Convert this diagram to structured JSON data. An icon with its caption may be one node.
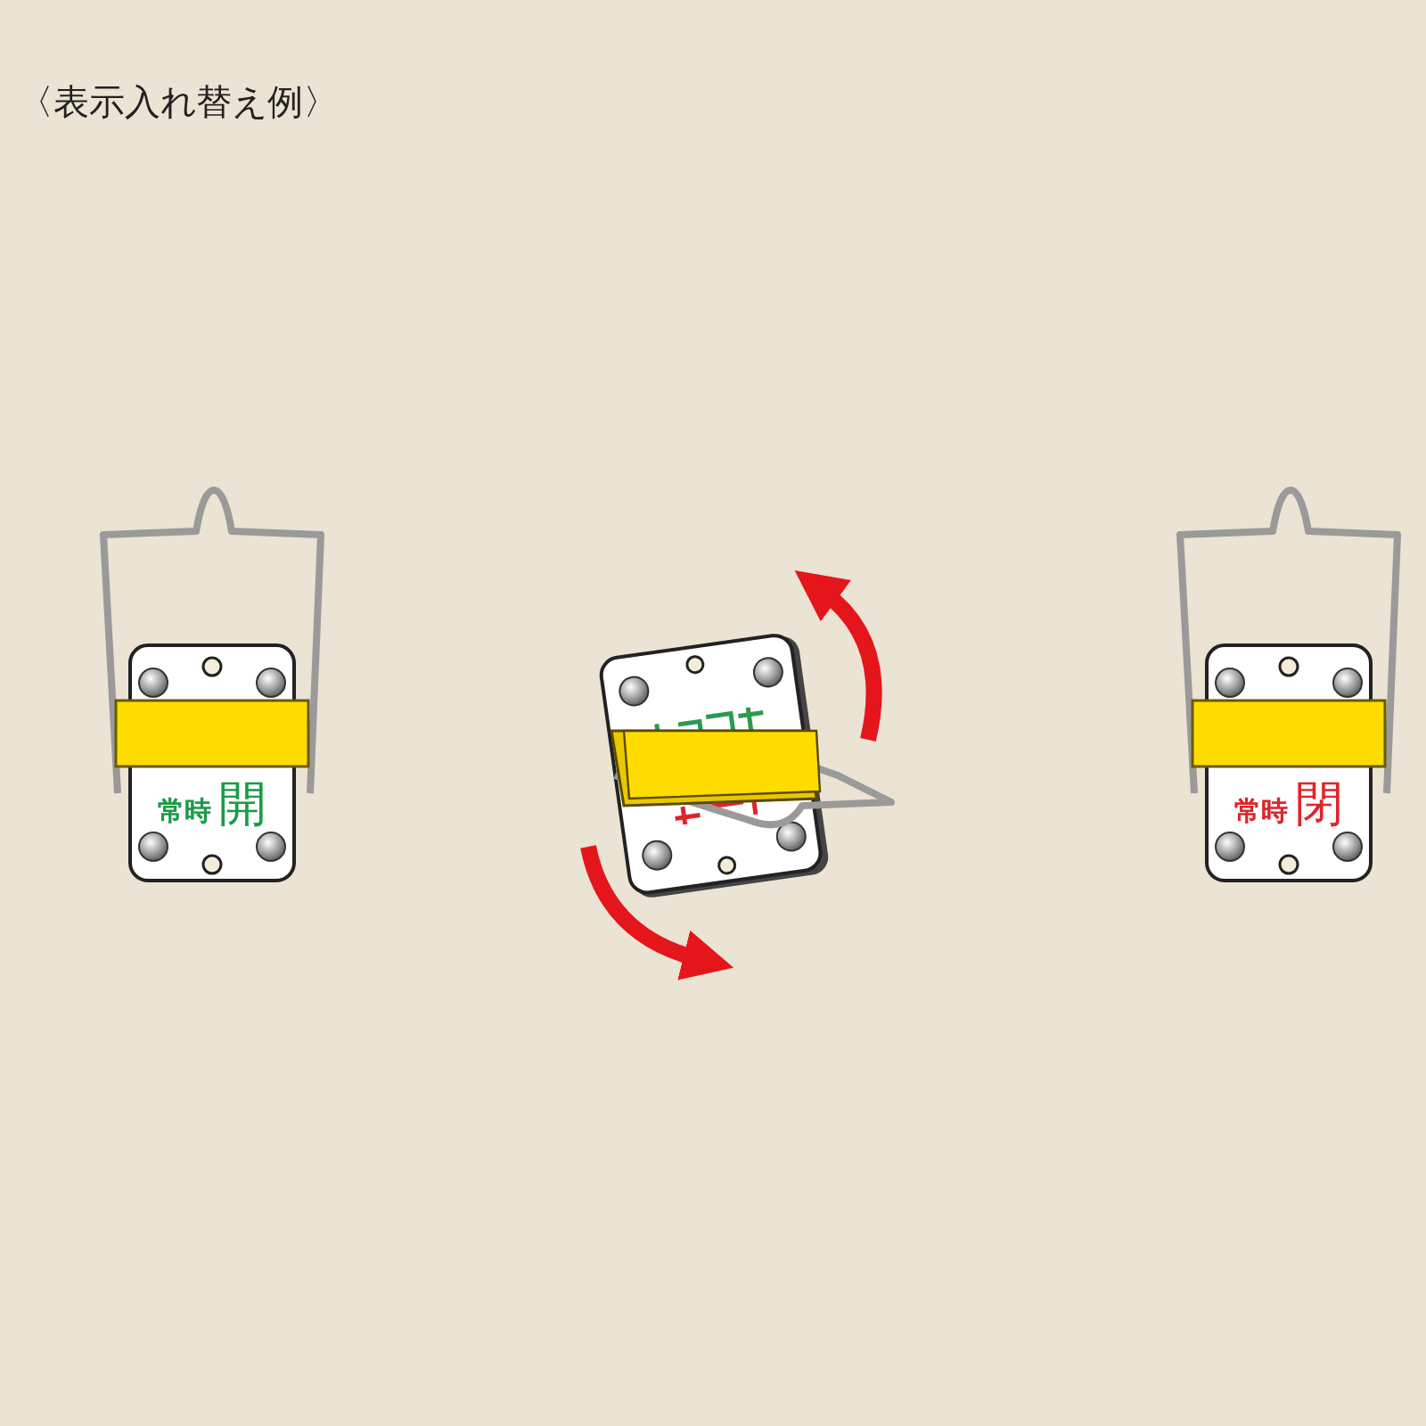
{
  "diagram": {
    "title": "〈表示入れ替え例〉",
    "nodes": [
      {
        "text": [
          "常時",
          "開"
        ]
      },
      {
        "text": [],
        "shape": "picture"
      },
      {
        "text": [
          "常時",
          "閉"
        ]
      }
    ]
  }
}
